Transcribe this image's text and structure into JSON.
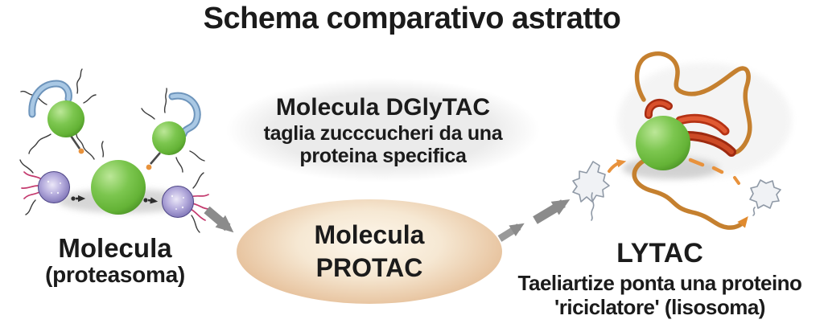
{
  "title": "Schema comparativo astratto",
  "left_group": {
    "label": "Molecula",
    "sublabel": "(proteasoma)"
  },
  "dglytac_bubble": {
    "title": "Molecula DGlyTAC",
    "desc_line1": "taglia zucccucheri da una",
    "desc_line2": "proteina specifica"
  },
  "protac_bubble": {
    "line1": "Molecula",
    "line2": "PROTAC"
  },
  "right_group": {
    "label": "LYTAC",
    "sublabel_line1": "Taeliartize ponta una proteino",
    "sublabel_line2": "'riciclatore' (lisosoma)"
  },
  "colors": {
    "text": "#1b1b1b",
    "bubble_gray": "#ebebeb",
    "bubble_tan": "#d5a378",
    "protein_green": "#72bf44",
    "proteasome_purple": "#8d82c4",
    "glycan_blue": "#9dbfde",
    "ribbon_orange": "#c5802f",
    "helix_red": "#c03418",
    "accent_orange": "#e8923c",
    "arrow_gray": "#8b8b8b"
  },
  "illustrations": {
    "left": "proteasome-protein-cluster",
    "right": "lytac-lysosome-complex",
    "flow_arrows": [
      "gray-arrow-left",
      "gray-arrow-right-small",
      "gray-arrow-right-large"
    ]
  }
}
